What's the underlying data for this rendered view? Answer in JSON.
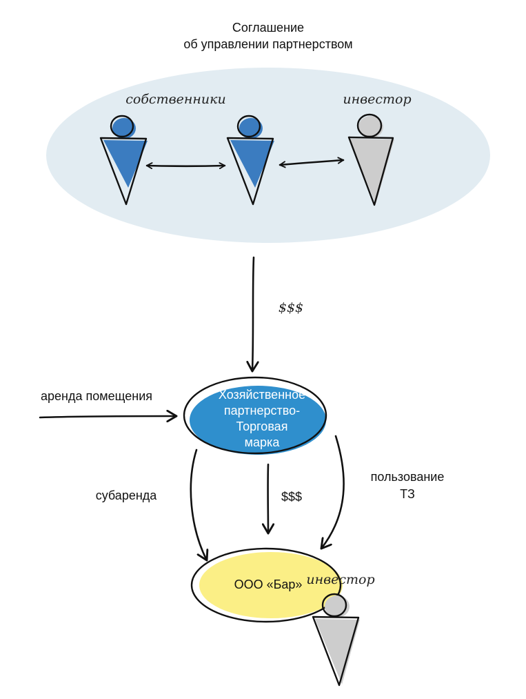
{
  "title": {
    "line1": "Соглашение",
    "line2": "об управлении партнерством"
  },
  "people": {
    "owners_label": "собственники",
    "investor_label": "инвестор",
    "investor_bottom_label": "инвестор"
  },
  "flows": {
    "money_top": "$$$",
    "money_mid": "$$$",
    "rent_label": "аренда помещения",
    "sublease_label": "субаренда",
    "trademark_line1": "пользование",
    "trademark_line2": "ТЗ"
  },
  "nodes": {
    "partnership": [
      "Хозяйственное",
      "партнерство-",
      "Торговая",
      "марка"
    ],
    "bar": "ООО «Бар»"
  },
  "colors": {
    "owner_blue": "#3b7cc0",
    "investor_gray": "#cdcdcd",
    "cloud_fill": "#e2ecf2",
    "partnership_blue": "#2f8fcd",
    "bar_yellow": "#fbef86"
  }
}
